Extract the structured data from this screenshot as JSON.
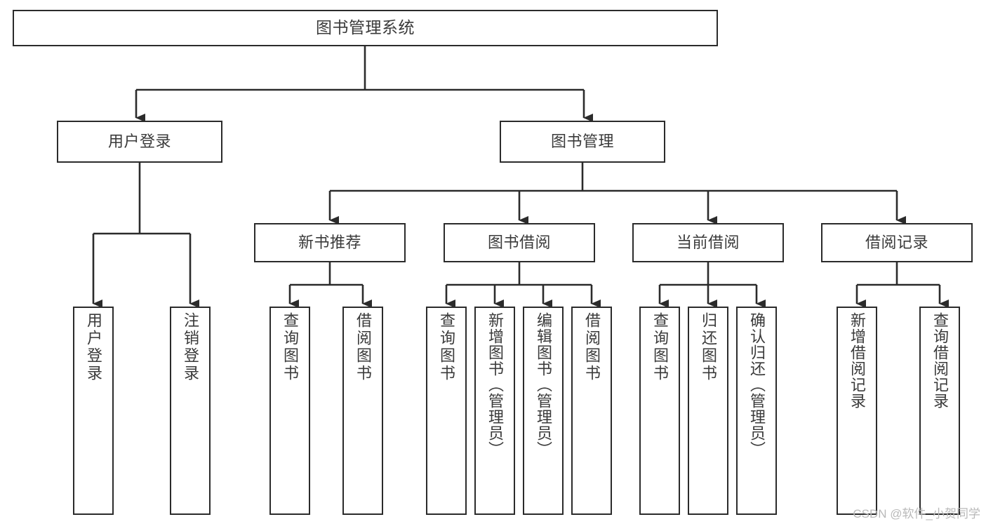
{
  "diagram": {
    "title": "图书管理系统",
    "type": "tree",
    "root": {
      "label": "图书管理系统"
    },
    "level2": [
      {
        "label": "用户登录"
      },
      {
        "label": "图书管理"
      }
    ],
    "level3": [
      {
        "label": "新书推荐"
      },
      {
        "label": "图书借阅"
      },
      {
        "label": "当前借阅"
      },
      {
        "label": "借阅记录"
      }
    ],
    "leaves": [
      {
        "label": "用户登录"
      },
      {
        "label": "注销登录"
      },
      {
        "label": "查询图书"
      },
      {
        "label": "借阅图书"
      },
      {
        "label": "查询图书"
      },
      {
        "label": "新增图书（管理员）"
      },
      {
        "label": "编辑图书（管理员）"
      },
      {
        "label": "借阅图书"
      },
      {
        "label": "查询图书"
      },
      {
        "label": "归还图书"
      },
      {
        "label": "确认归还（管理员）"
      },
      {
        "label": "新增借阅记录"
      },
      {
        "label": "查询借阅记录"
      }
    ],
    "colors": {
      "box_border": "#2b2b2b",
      "box_fill": "#ffffff",
      "text": "#3a3a3a",
      "connector": "#2b2b2b",
      "watermark": "#b9b9b9",
      "background": "#ffffff"
    }
  },
  "watermark": {
    "text": "CSDN @软件_小贺同学"
  }
}
